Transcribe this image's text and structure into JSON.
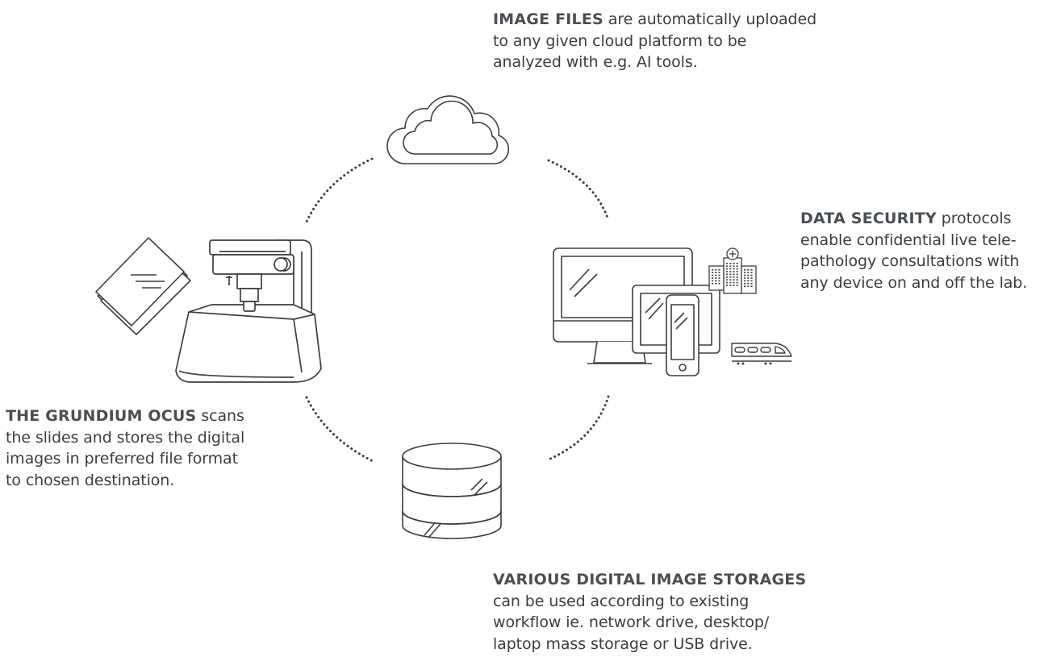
{
  "captions": {
    "cloud": {
      "lead": "IMAGE FILES",
      "l1": " are automatically uploaded",
      "l2": "to any given cloud platform to be",
      "l3": "analyzed with e.g. AI tools."
    },
    "security": {
      "lead": "DATA SECURITY",
      "l1": " protocols",
      "l2": "enable confidential live tele-",
      "l3": "pathology consultations with",
      "l4": "any device on and off the lab."
    },
    "scanner": {
      "lead": "THE GRUNDIUM OCUS",
      "l1": " scans",
      "l2": "the slides and stores the digital",
      "l3": "images in preferred file format",
      "l4": "to chosen destination."
    },
    "storage": {
      "lead": "VARIOUS DIGITAL IMAGE STORAGES",
      "l2": "can be used according to existing",
      "l3": "workflow ie. network drive, desktop/",
      "l4": "laptop mass storage or USB drive."
    }
  },
  "colors": {
    "line": "#3b3f43",
    "text": "#3a3e42",
    "lead": "#4a4f54"
  },
  "icons": [
    "cloud-icon",
    "microscope-scanner-icon",
    "glass-slides-icon",
    "devices-icon",
    "hospital-icon",
    "train-icon",
    "database-icon"
  ]
}
